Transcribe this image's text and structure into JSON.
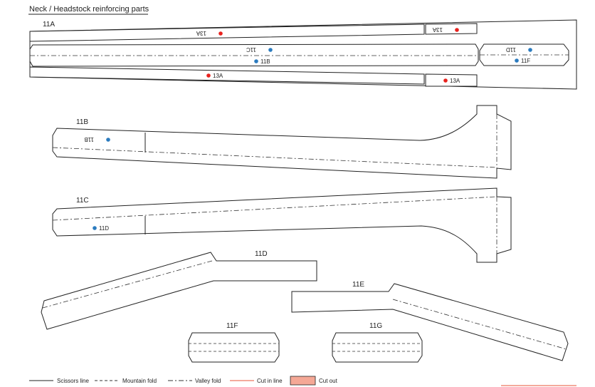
{
  "title": "Neck / Headstock reinforcing parts",
  "parts": {
    "p11a": "11A",
    "p11b": "11B",
    "p11c": "11C",
    "p11d": "11D",
    "p11e": "11E",
    "p11f": "11F",
    "p11g": "11G"
  },
  "marks": {
    "m13a_flip_left": "13A",
    "m13a_flip_right": "13A",
    "m11c_flip": "11C",
    "m11b": "11B",
    "m11d_flip": "11D",
    "m11f": "11F",
    "m13a_left": "13A",
    "m13a_right": "13A",
    "m11b_flip": "11B",
    "m11d": "11D"
  },
  "legend": {
    "scissors": "Scissors line",
    "mountain": "Mountain fold",
    "valley": "Valley fold",
    "cutin": "Cut in line",
    "cutout": "Cut out"
  },
  "colors": {
    "red_dot": "#e8211d",
    "blue_dot": "#2b7bbf",
    "cut_in_line": "#e8543a",
    "cut_out_fill": "#f5a896"
  }
}
